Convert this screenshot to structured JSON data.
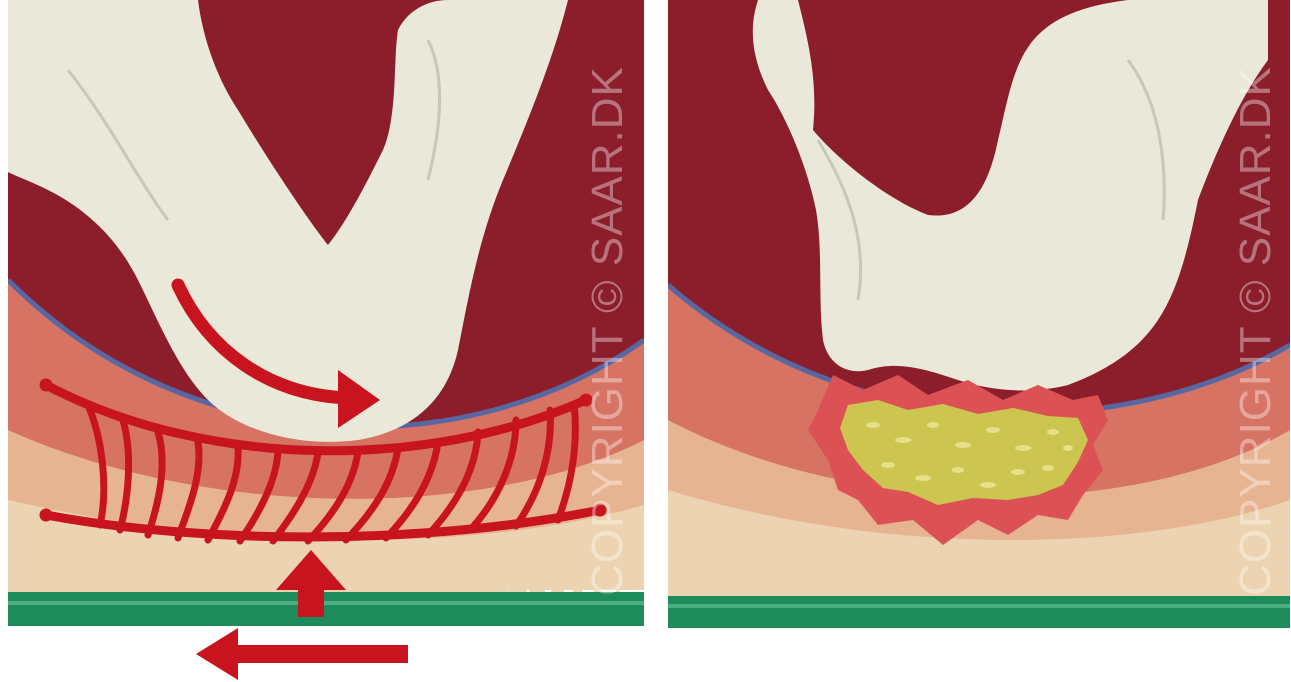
{
  "panels": [
    {
      "id": "left",
      "watermark": "COPYRIGHT © SAAR.DK",
      "arrows": [
        "curved-rotation-arrow",
        "upward-force-arrow",
        "leftward-shear-arrow"
      ]
    },
    {
      "id": "right",
      "watermark": "COPYRIGHT © SAAR.DK",
      "lesion": "tissue-necrosis-lesion"
    }
  ],
  "colors": {
    "bone": "#e9e8d9",
    "interior": "#8c1e2c",
    "soft_tissue": "#d67363",
    "fat_layer": "#e7b491",
    "skin": "#ecd3b1",
    "surface": "#1e8b5a",
    "arrow": "#c8141e",
    "lesion_core": "#ccc550",
    "lesion_rim": "#dc5254",
    "membrane": "#5767a1"
  }
}
